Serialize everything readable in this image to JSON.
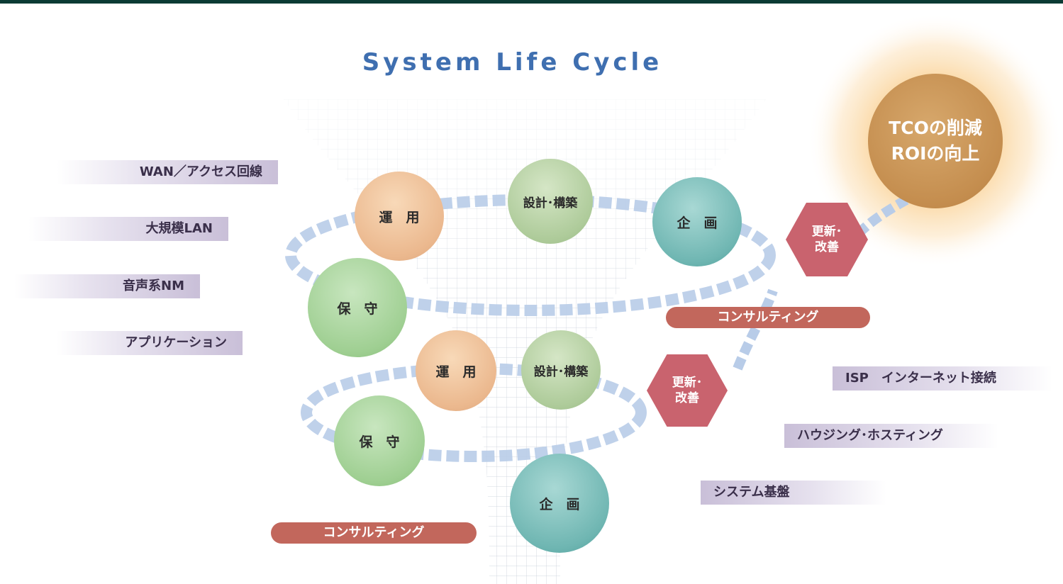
{
  "title": "System Life Cycle",
  "left_tags": [
    "WAN／アクセス回線",
    "大規模LAN",
    "音声系NM",
    "アプリケーション"
  ],
  "right_tags": [
    "ISP　インターネット接続",
    "ハウジング･ホスティング",
    "システム基盤"
  ],
  "upper_cycle": {
    "operation": "運　用",
    "design_build": "設計･構築",
    "planning": "企　画",
    "maintenance": "保　守",
    "renewal": "更新･\n改善",
    "consulting": "コンサルティング"
  },
  "lower_cycle": {
    "operation": "運　用",
    "design_build": "設計･構築",
    "planning": "企　画",
    "maintenance": "保　守",
    "renewal": "更新･\n改善",
    "consulting": "コンサルティング"
  },
  "goal": {
    "line1": "TCOの削減",
    "line2": "ROIの向上"
  },
  "colors": {
    "title": "#3f6fb0",
    "top_bar": "#0b3b34",
    "hexagon": "#c9636e",
    "pill": "#c2675c",
    "goal_circle": "#c48d4e",
    "spiral_dashes": "#b8cce8"
  }
}
